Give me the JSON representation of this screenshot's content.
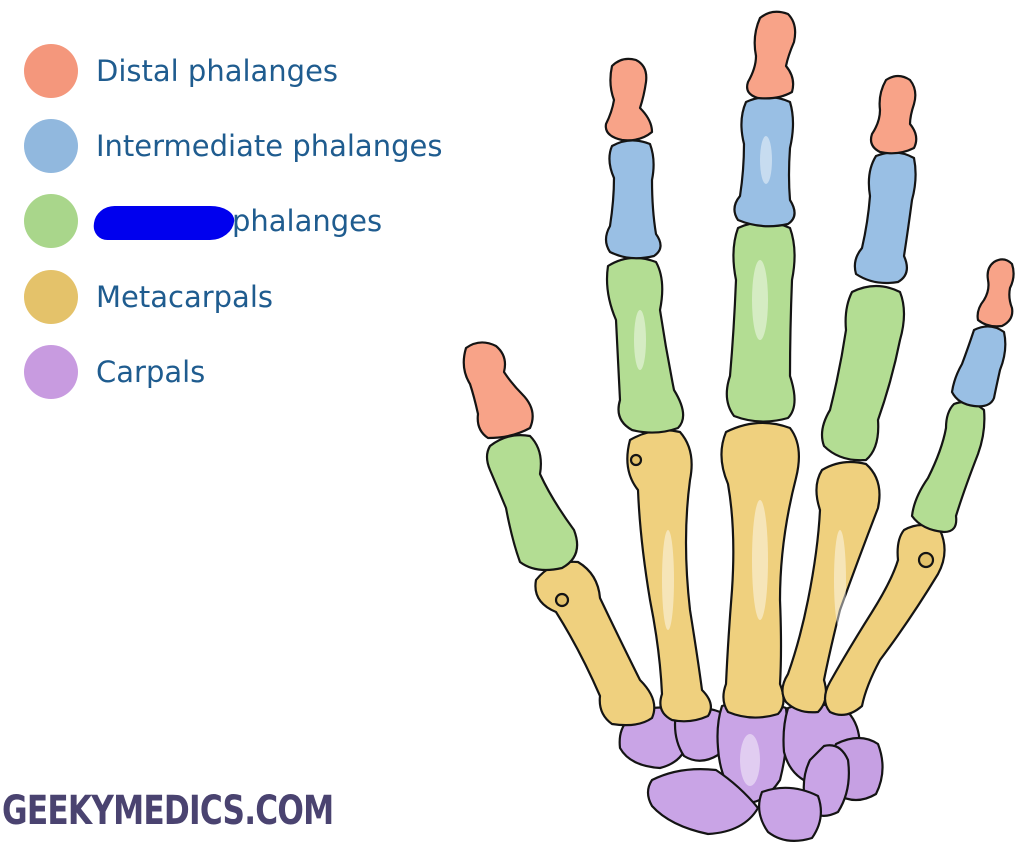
{
  "legend": [
    {
      "label": "Distal phalanges",
      "color": "#f4977c"
    },
    {
      "label": "Intermediate phalanges",
      "color": "#91b8de"
    },
    {
      "label": "phalanges",
      "color": "#a9d68b"
    },
    {
      "label": "Metacarpals",
      "color": "#e4c26a"
    },
    {
      "label": "Carpals",
      "color": "#c89be0"
    }
  ],
  "watermark": "GEEKYMEDICS.COM",
  "colors": {
    "distal": "#f8a388",
    "intermediate": "#99bfe4",
    "proximal": "#b3dd93",
    "metacarpal": "#efd07e",
    "carpal": "#c9a4e6",
    "label_text": "#1f5c8f",
    "redaction": "#0000ee"
  }
}
